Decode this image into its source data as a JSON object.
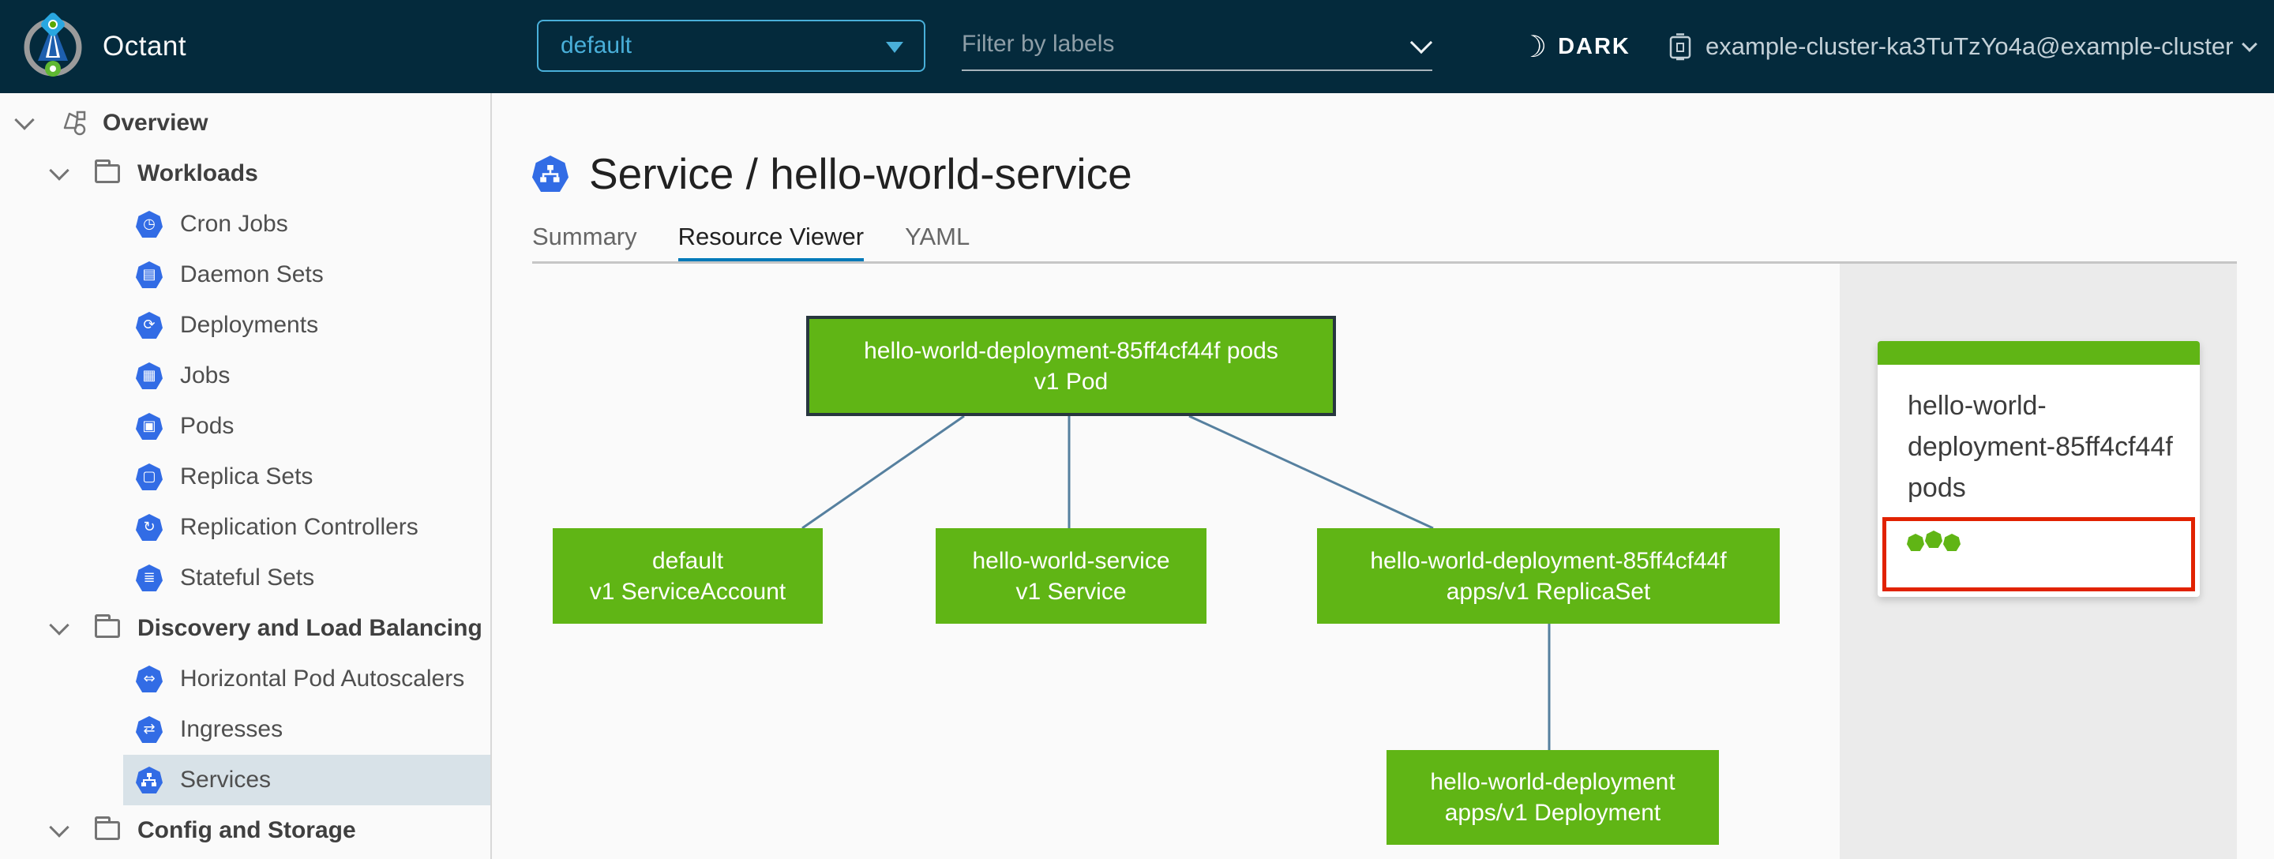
{
  "header": {
    "app_name": "Octant",
    "namespace_selector": {
      "value": "default"
    },
    "label_filter": {
      "placeholder": "Filter by labels"
    },
    "theme_toggle": {
      "label": "DARK",
      "icon": "moon-icon",
      "moon_glyph": "☾"
    },
    "context_switcher": {
      "name": "example-cluster-ka3TuTzYo4a@example-cluster",
      "icon": "cluster-icon"
    }
  },
  "sidebar": {
    "items": [
      {
        "label": "Overview",
        "level": 0,
        "kind": "section",
        "icon": "objects-icon",
        "expanded": true
      },
      {
        "label": "Workloads",
        "level": 1,
        "kind": "folder",
        "icon": "folder-icon",
        "expanded": true
      },
      {
        "label": "Cron Jobs",
        "level": 2,
        "kind": "resource",
        "icon": "cronjob-icon",
        "glyph": "◷",
        "selected": false
      },
      {
        "label": "Daemon Sets",
        "level": 2,
        "kind": "resource",
        "icon": "daemonset-icon",
        "glyph": "▤",
        "selected": false
      },
      {
        "label": "Deployments",
        "level": 2,
        "kind": "resource",
        "icon": "deployment-icon",
        "glyph": "⟳",
        "selected": false
      },
      {
        "label": "Jobs",
        "level": 2,
        "kind": "resource",
        "icon": "job-icon",
        "glyph": "▦",
        "selected": false
      },
      {
        "label": "Pods",
        "level": 2,
        "kind": "resource",
        "icon": "pod-icon",
        "glyph": "▣",
        "selected": false
      },
      {
        "label": "Replica Sets",
        "level": 2,
        "kind": "resource",
        "icon": "replicaset-icon",
        "glyph": "▢",
        "selected": false
      },
      {
        "label": "Replication Controllers",
        "level": 2,
        "kind": "resource",
        "icon": "replication-controller-icon",
        "glyph": "↻",
        "selected": false
      },
      {
        "label": "Stateful Sets",
        "level": 2,
        "kind": "resource",
        "icon": "statefulset-icon",
        "glyph": "≣",
        "selected": false
      },
      {
        "label": "Discovery and Load Balancing",
        "level": 1,
        "kind": "folder",
        "icon": "folder-icon",
        "expanded": true
      },
      {
        "label": "Horizontal Pod Autoscalers",
        "level": 2,
        "kind": "resource",
        "icon": "hpa-icon",
        "glyph": "⇔",
        "selected": false
      },
      {
        "label": "Ingresses",
        "level": 2,
        "kind": "resource",
        "icon": "ingress-icon",
        "glyph": "⇄",
        "selected": false
      },
      {
        "label": "Services",
        "level": 2,
        "kind": "resource",
        "icon": "service-icon",
        "glyph": "",
        "selected": true
      },
      {
        "label": "Config and Storage",
        "level": 1,
        "kind": "folder",
        "icon": "folder-icon",
        "expanded": true
      }
    ]
  },
  "main": {
    "title": {
      "text": "Service / hello-world-service",
      "kind": "Service",
      "name": "hello-world-service",
      "icon": "service-icon"
    },
    "tabs": [
      {
        "label": "Summary",
        "active": false
      },
      {
        "label": "Resource Viewer",
        "active": true
      },
      {
        "label": "YAML",
        "active": false
      }
    ]
  },
  "graph": {
    "nodes": {
      "pod": {
        "line1": "hello-world-deployment-85ff4cf44f pods",
        "line2": "v1 Pod",
        "selected": true
      },
      "serviceaccount": {
        "line1": "default",
        "line2": "v1 ServiceAccount",
        "selected": false
      },
      "service": {
        "line1": "hello-world-service",
        "line2": "v1 Service",
        "selected": false
      },
      "replicaset": {
        "line1": "hello-world-deployment-85ff4cf44f",
        "line2": "apps/v1 ReplicaSet",
        "selected": false
      },
      "deployment": {
        "line1": "hello-world-deployment",
        "line2": "apps/v1 Deployment",
        "selected": false
      }
    },
    "edges": [
      [
        "pod",
        "serviceaccount"
      ],
      [
        "pod",
        "service"
      ],
      [
        "pod",
        "replicaset"
      ],
      [
        "replicaset",
        "deployment"
      ]
    ]
  },
  "detail_panel": {
    "card": {
      "title": "hello-world-deployment-85ff4cf44f pods",
      "pod_status": {
        "ok_count": 3,
        "highlighted": true
      }
    }
  },
  "colors": {
    "header_bg": "#042a3c",
    "accent_blue": "#49afd9",
    "k8s_icon_blue": "#326ce5",
    "node_green": "#60b515",
    "status_green": "#60b515",
    "highlight_red": "#e12200",
    "tab_underline_blue": "#0079b8",
    "edge_blue": "#56809f",
    "selected_row_bg": "#d8e2e8"
  }
}
